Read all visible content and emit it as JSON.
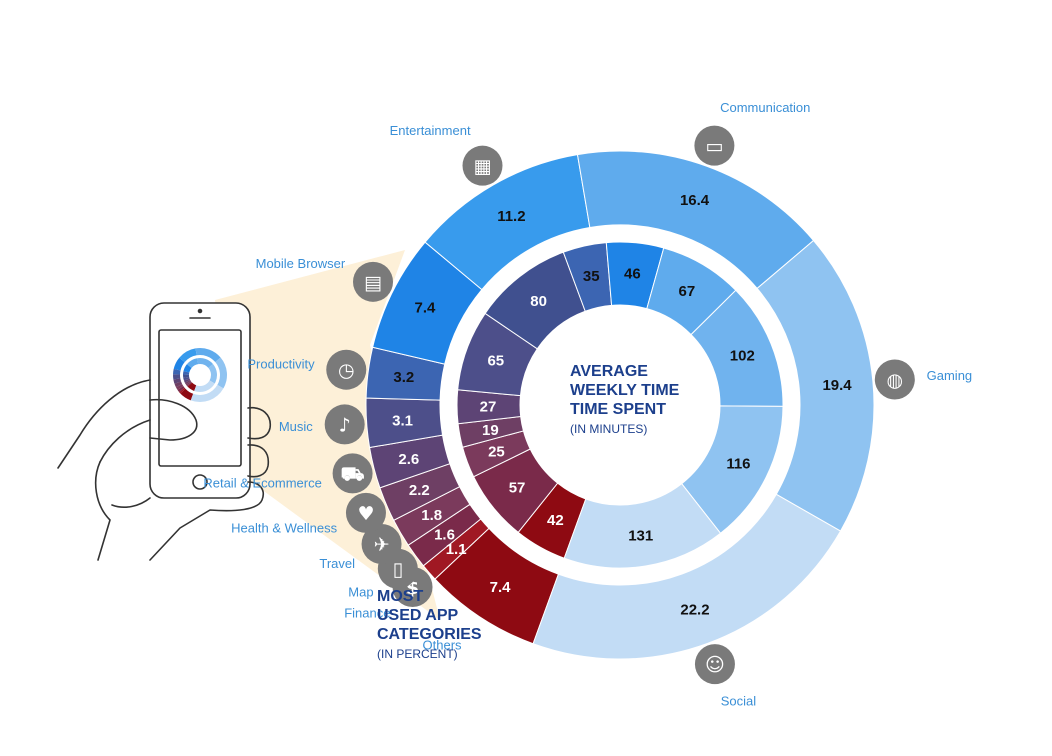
{
  "colors": {
    "dark_red": "#8e0a12",
    "purple": "#7b3a5c",
    "indigo": "#40508f",
    "blue": "#1f84e6",
    "light_blue": "#c2dcf5",
    "icon_gray": "#7a7a7a",
    "label_blue": "#3a8fd6",
    "title_navy": "#1c3f8c",
    "phone_glow": "#fdf0d8"
  },
  "outer_title": {
    "line1": "MOST",
    "line2": "USED APP",
    "line3": "CATEGORIES",
    "sub": "(IN PERCENT)"
  },
  "inner_title": {
    "line1": "AVERAGE",
    "line2": "WEEKLY TIME",
    "line3": "TIME SPENT",
    "sub": "(IN MINUTES)"
  },
  "chart_data": [
    {
      "type": "pie",
      "subtype": "donut-outer-ring",
      "categories": [
        "Others",
        "Finance",
        "Map",
        "Travel",
        "Health & Wellness",
        "Retail & Ecommerce",
        "Music",
        "Productivity",
        "Mobile Browser",
        "Entertainment",
        "Communication",
        "Gaming",
        "Social"
      ],
      "values": [
        7.4,
        1.1,
        1.6,
        1.8,
        2.2,
        2.6,
        3.1,
        3.2,
        7.4,
        11.2,
        16.4,
        19.4,
        22.2
      ],
      "labels": [
        "7.4",
        "1.1",
        "1.6",
        "1.8",
        "2.2",
        "2.6",
        "3.1",
        "3.2",
        "7.4",
        "11.2",
        "16.4",
        "19.4",
        "22.2"
      ],
      "icons": [
        "",
        "dollar-icon",
        "map-icon",
        "airplane-icon",
        "heart-pulse-icon",
        "cart-icon",
        "music-note-icon",
        "alarm-clock-icon",
        "browser-window-icon",
        "clapperboard-icon",
        "chat-bubble-icon",
        "gamepad-icon",
        "people-icon"
      ],
      "colors": [
        "#8e0a12",
        "#a01823",
        "#7a2a4a",
        "#7b3a5c",
        "#6e3f64",
        "#5d4475",
        "#4d4f8a",
        "#3c65b2",
        "#1f84e6",
        "#389bed",
        "#5fabed",
        "#8fc3f1",
        "#c2dcf5"
      ],
      "text_colors": [
        "#ffffff",
        "#ffffff",
        "#ffffff",
        "#ffffff",
        "#ffffff",
        "#ffffff",
        "#ffffff",
        "#111111",
        "#111111",
        "#111111",
        "#111111",
        "#111111",
        "#111111"
      ],
      "title": "MOST USED APP CATEGORIES",
      "subtitle": "(IN PERCENT)"
    },
    {
      "type": "pie",
      "subtype": "donut-inner-ring",
      "categories": [
        "Others",
        "Finance",
        "Map",
        "Travel",
        "Health & Wellness",
        "Retail & Ecommerce",
        "Music",
        "Productivity",
        "Mobile Browser",
        "Entertainment",
        "Communication",
        "Gaming",
        "Social"
      ],
      "values": [
        42,
        57,
        25,
        19,
        27,
        65,
        80,
        35,
        46,
        67,
        102,
        116,
        131
      ],
      "labels": [
        "42",
        "57",
        "25",
        "19",
        "27",
        "65",
        "80",
        "35",
        "46",
        "67",
        "102",
        "116",
        "131"
      ],
      "colors": [
        "#8e0a12",
        "#7a2a4a",
        "#7b3a5c",
        "#6e3f64",
        "#5d4475",
        "#4d4f8a",
        "#40508f",
        "#3c65b2",
        "#1f84e6",
        "#5fabed",
        "#70b3ee",
        "#8fc3f1",
        "#c2dcf5"
      ],
      "text_colors": [
        "#ffffff",
        "#ffffff",
        "#ffffff",
        "#ffffff",
        "#ffffff",
        "#ffffff",
        "#ffffff",
        "#111111",
        "#111111",
        "#111111",
        "#111111",
        "#111111",
        "#111111"
      ],
      "title": "AVERAGE WEEKLY TIME TIME SPENT",
      "subtitle": "(IN MINUTES)"
    }
  ]
}
